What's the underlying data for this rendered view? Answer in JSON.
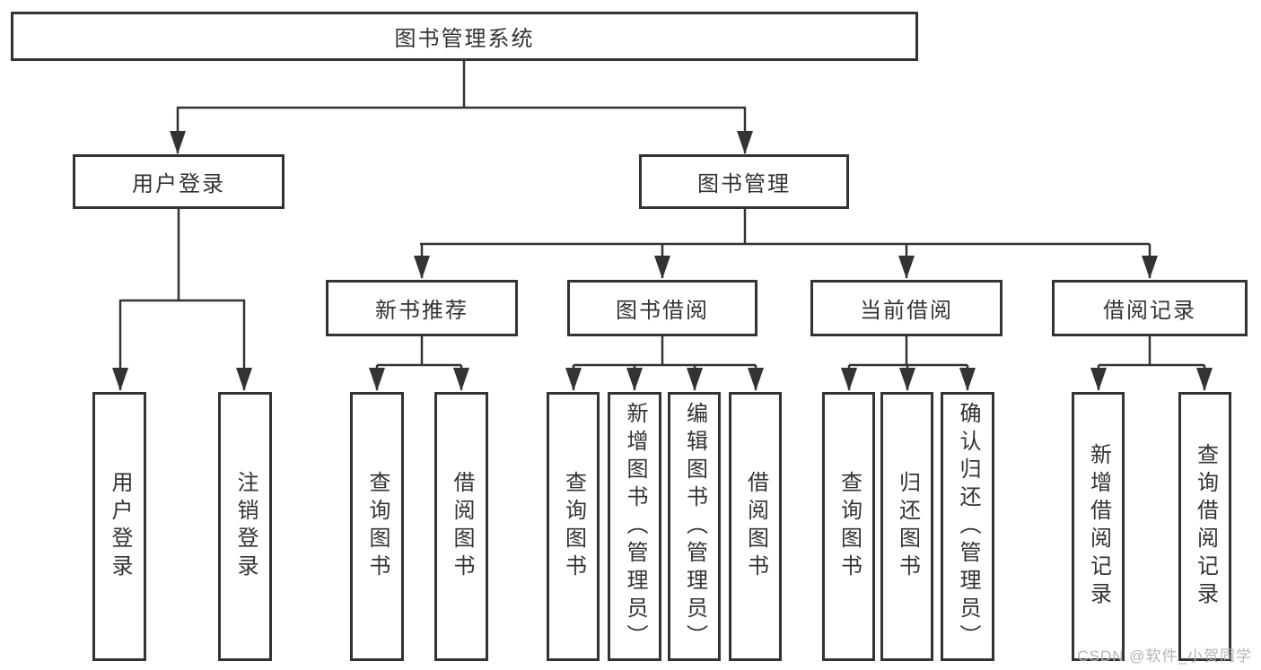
{
  "tree": {
    "label": "图书管理系统",
    "children": [
      {
        "label": "用户登录",
        "children": [
          {
            "label": "用户登录"
          },
          {
            "label": "注销登录"
          }
        ]
      },
      {
        "label": "图书管理",
        "children": [
          {
            "label": "新书推荐",
            "children": [
              {
                "label": "查询图书"
              },
              {
                "label": "借阅图书"
              }
            ]
          },
          {
            "label": "图书借阅",
            "children": [
              {
                "label": "查询图书"
              },
              {
                "label": "新增图书（管理员）"
              },
              {
                "label": "编辑图书（管理员）"
              },
              {
                "label": "借阅图书"
              }
            ]
          },
          {
            "label": "当前借阅",
            "children": [
              {
                "label": "查询图书"
              },
              {
                "label": "归还图书"
              },
              {
                "label": "确认归还（管理员）"
              }
            ]
          },
          {
            "label": "借阅记录",
            "children": [
              {
                "label": "新增借阅记录"
              },
              {
                "label": "查询借阅记录"
              }
            ]
          }
        ]
      }
    ]
  },
  "watermark": {
    "text": "CSDN @软件_小贺同学"
  },
  "colors": {
    "line": "#333333",
    "box_background": "#ffffff",
    "text": "#333333",
    "watermark": "#b5b5b5"
  }
}
